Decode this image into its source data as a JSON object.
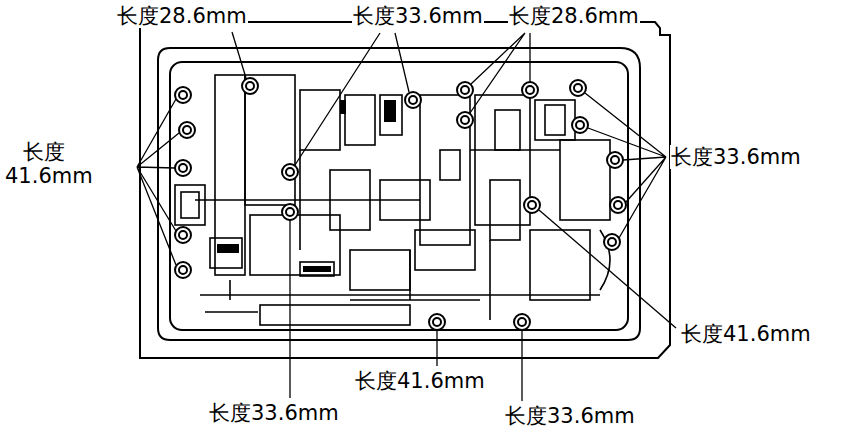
{
  "diagram": {
    "labels": [
      "长度28.6mm",
      "长度33.6mm",
      "长度28.6mm",
      "长度 41.6mm",
      "长度33.6mm",
      "长度41.6mm",
      "长度41.6mm",
      "长度33.6mm",
      "长度33.6mm"
    ]
  }
}
